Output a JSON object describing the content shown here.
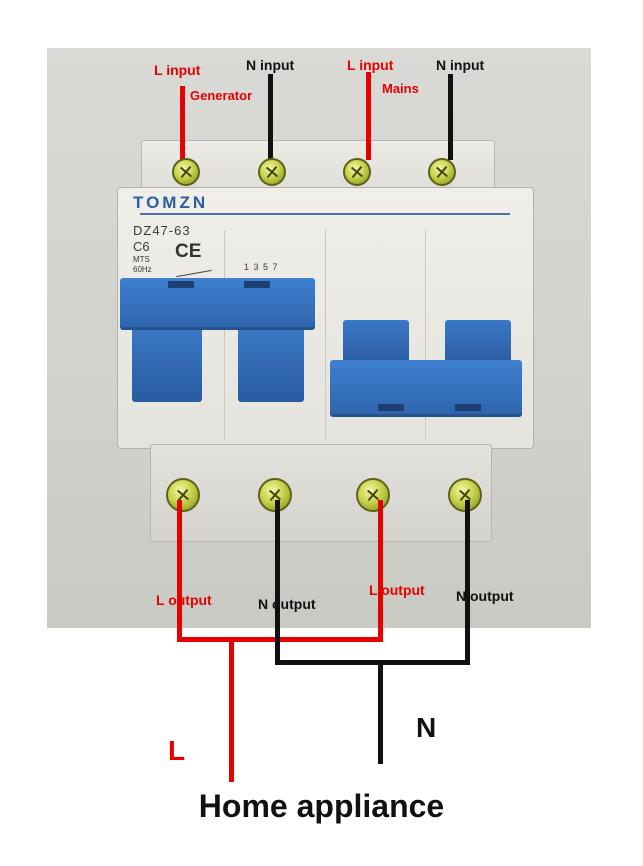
{
  "colors": {
    "live": "#e60000",
    "neutral": "#111111",
    "brand": "#2f5e9f",
    "handle": "#3a78c6"
  },
  "breaker": {
    "brand": "TOMZN",
    "model": "DZ47-63",
    "rating": "C6",
    "mts": "MTS",
    "frequency": "60Hz",
    "ce": "CE",
    "poles": "1  3  5  7"
  },
  "labels": {
    "l_input_generator": "L  input",
    "generator": "Generator",
    "n_input_1": "N input",
    "l_input_mains": "L input",
    "mains": "Mains",
    "n_input_2": "N input",
    "l_output_1": "L output",
    "n_output_1": "N output",
    "l_output_2": "L output",
    "n_output_2": "N output",
    "live": "L",
    "neutral": "N",
    "load": "Home appliance"
  }
}
